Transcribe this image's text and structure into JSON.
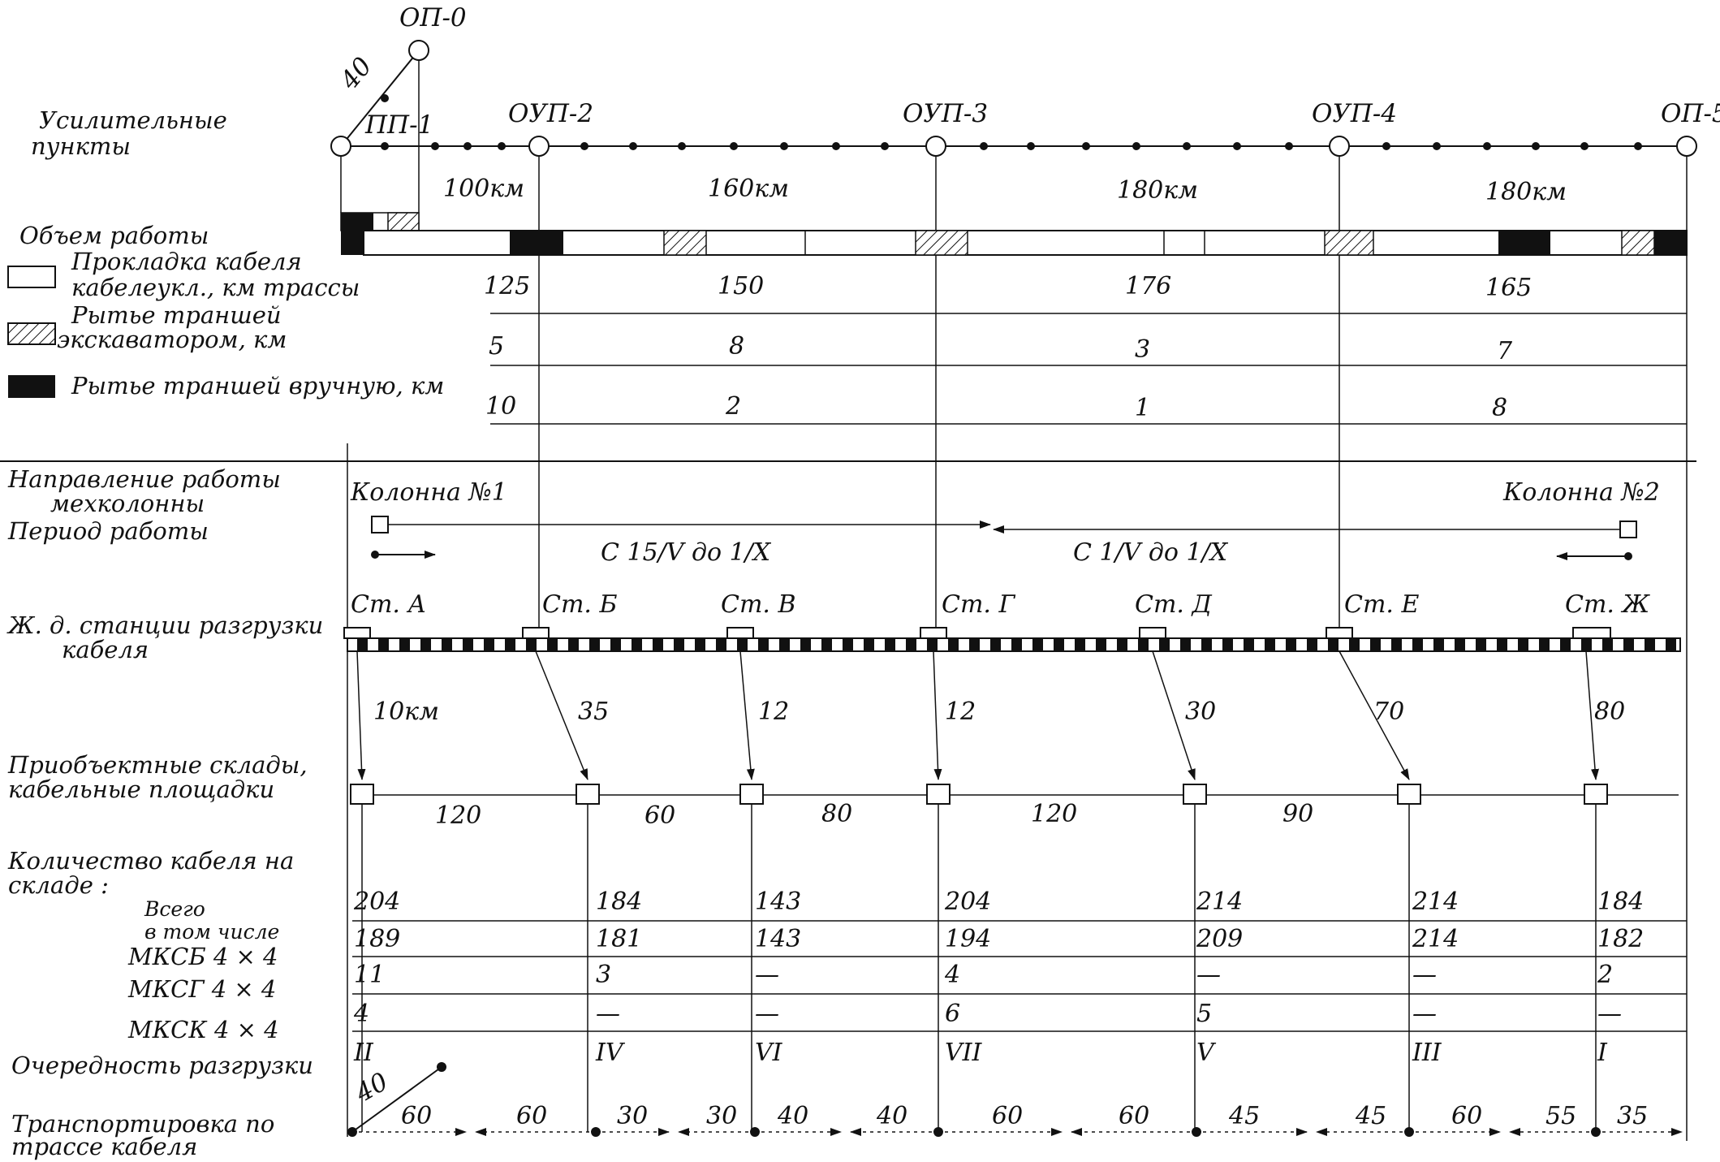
{
  "left_labels": {
    "amplifier_points_1": "Усилительные",
    "amplifier_points_2": "пункты",
    "work_volume": "Объем работы",
    "legend_cable_1": "Прокладка кабеля",
    "legend_cable_2": "кабелеукл., км трассы",
    "legend_excavator_1": "Рытье траншей",
    "legend_excavator_2": "экскаватором, км",
    "legend_manual": "Рытье траншей вручную, км",
    "direction_1": "Направление работы",
    "direction_2": "мехколонны",
    "period": "Период работы",
    "stations_1": "Ж. д. станции разгрузки",
    "stations_2": "кабеля",
    "depots_1": "Приобъектные склады,",
    "depots_2": "кабельные площадки",
    "cable_qty_1": "Количество кабеля на",
    "cable_qty_2": "складе :",
    "total": "Всего",
    "including": "в том числе",
    "mksb": "МКСБ 4 × 4",
    "mksg": "МКСГ 4 × 4",
    "mksk": "МКСК 4 × 4",
    "order": "Очередность разгрузки",
    "transport_1": "Транспортировка по",
    "transport_2": "трассе кабеля"
  },
  "amplifier_points": {
    "op0": "ОП-0",
    "pp1": "ПП-1",
    "oup2": "ОУП-2",
    "oup3": "ОУП-3",
    "oup4": "ОУП-4",
    "op5": "ОП-5",
    "branch_length": "40"
  },
  "sections": [
    "100км",
    "160км",
    "180км",
    "180км"
  ],
  "volume_rows": {
    "cable_laying": [
      "125",
      "150",
      "176",
      "165"
    ],
    "excavator": [
      "5",
      "8",
      "3",
      "7"
    ],
    "manual": [
      "10",
      "2",
      "1",
      "8"
    ]
  },
  "columns": {
    "col1": "Колонна №1",
    "col2": "Колонна №2",
    "period1": "С 15/V до 1/X",
    "period2": "С 1/V до 1/X"
  },
  "stations": [
    "Ст. А",
    "Ст. Б",
    "Ст. В",
    "Ст. Г",
    "Ст. Д",
    "Ст. Е",
    "Ст. Ж"
  ],
  "station_distances": [
    "10км",
    "35",
    "12",
    "12",
    "30",
    "70",
    "80"
  ],
  "depot_spacing": [
    "120",
    "60",
    "80",
    "120",
    "90"
  ],
  "depot_table": {
    "total": [
      "204",
      "184",
      "143",
      "204",
      "214",
      "214",
      "184"
    ],
    "mksb": [
      "189",
      "181",
      "143",
      "194",
      "209",
      "214",
      "182"
    ],
    "mksg": [
      "11",
      "3",
      "—",
      "4",
      "—",
      "—",
      "2"
    ],
    "mksk": [
      "4",
      "—",
      "—",
      "6",
      "5",
      "—",
      "—"
    ],
    "order": [
      "II",
      "IV",
      "VI",
      "VII",
      "V",
      "III",
      "I"
    ]
  },
  "transport": {
    "diagonal": "40",
    "segments": [
      "60",
      "60",
      "30",
      "30",
      "40",
      "40",
      "60",
      "60",
      "45",
      "45",
      "60",
      "55",
      "35"
    ]
  },
  "colors": {
    "ink": "#111111",
    "paper": "#ffffff"
  }
}
